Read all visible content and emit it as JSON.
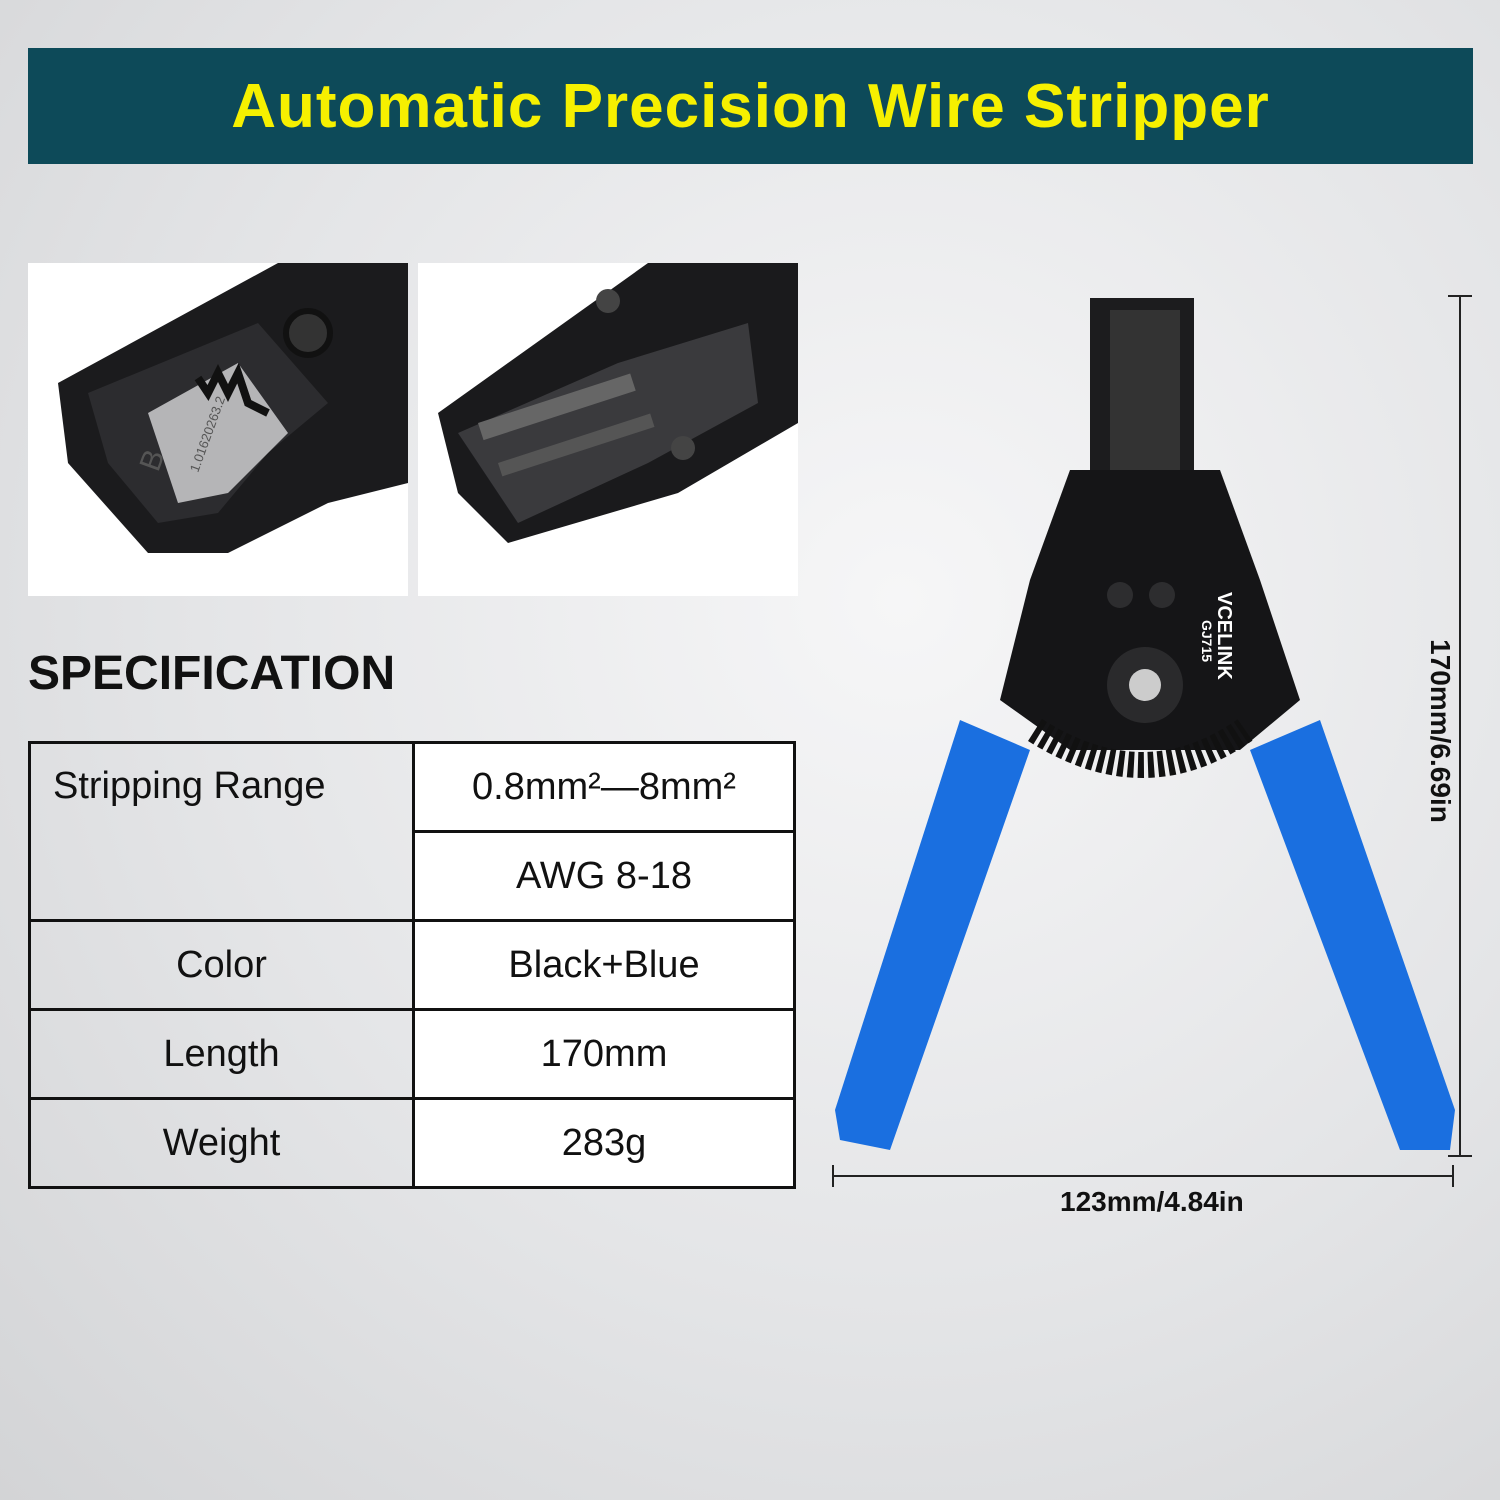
{
  "banner": {
    "title": "Automatic Precision Wire Stripper"
  },
  "photos": {
    "left_die_letter": "B",
    "left_die_serial": "1.01620263.2"
  },
  "spec": {
    "heading": "SPECIFICATION",
    "rows": [
      {
        "label": "Stripping Range",
        "values": [
          "0.8mm²—8mm²",
          "AWG 8-18"
        ]
      },
      {
        "label": "Color",
        "value": "Black+Blue"
      },
      {
        "label": "Length",
        "value": "170mm"
      },
      {
        "label": "Weight",
        "value": "283g"
      }
    ]
  },
  "product": {
    "brand": "VCELINK",
    "model": "GJ715",
    "height_label": "170mm/6.69in",
    "width_label": "123mm/4.84in"
  },
  "colors": {
    "banner": "#0d4a59",
    "title": "#f6f000",
    "handle": "#1a6fe0"
  }
}
